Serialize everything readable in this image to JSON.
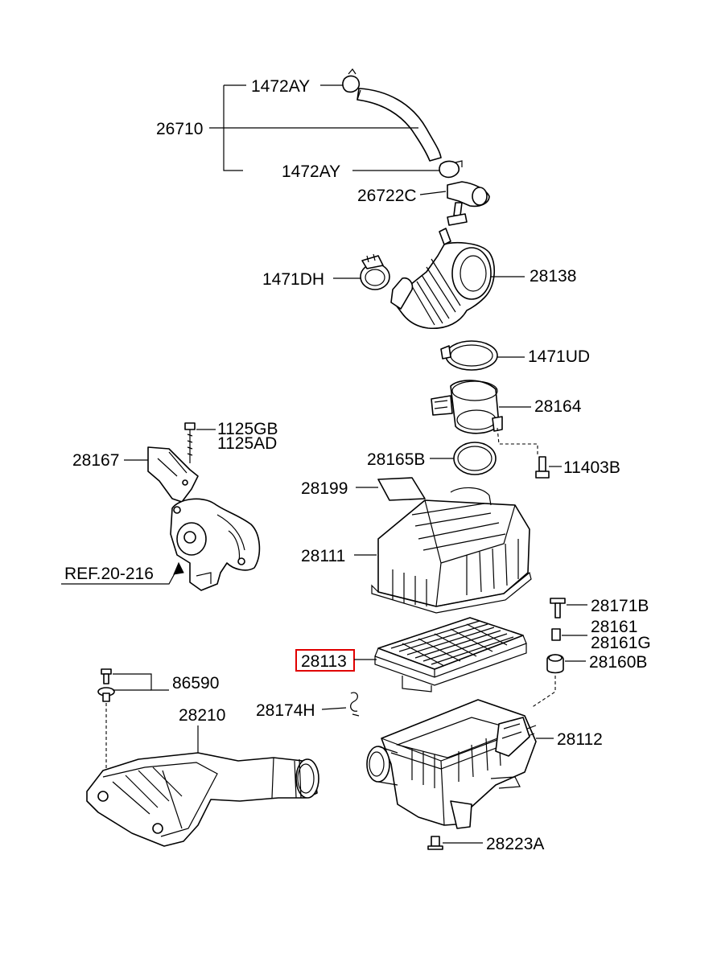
{
  "labels": {
    "clamp_upper": "1472AY",
    "breather_hose": "26710",
    "clamp_lower": "1472AY",
    "breather_connector": "26722C",
    "clamp_hose": "1471DH",
    "intake_hose": "28138",
    "clamp_ud": "1471UD",
    "mass_air_flow": "28164",
    "bolt_top": "1125GB",
    "bolt_top_alt": "1125AD",
    "bracket": "28167",
    "gasket": "28165B",
    "screw_sensor": "11403B",
    "label_sticker": "28199",
    "cover": "28111",
    "reference": "REF.20-216",
    "grommet_pin": "28171B",
    "spacer": "28161",
    "spacer_alt": "28161G",
    "filter_element": "28113",
    "insulator": "28160B",
    "bolts": "86590",
    "duct": "28210",
    "clip": "28174H",
    "body": "28112",
    "bolt_bottom": "28223A"
  },
  "highlight": {
    "part": "28113",
    "color": "#e00000"
  }
}
